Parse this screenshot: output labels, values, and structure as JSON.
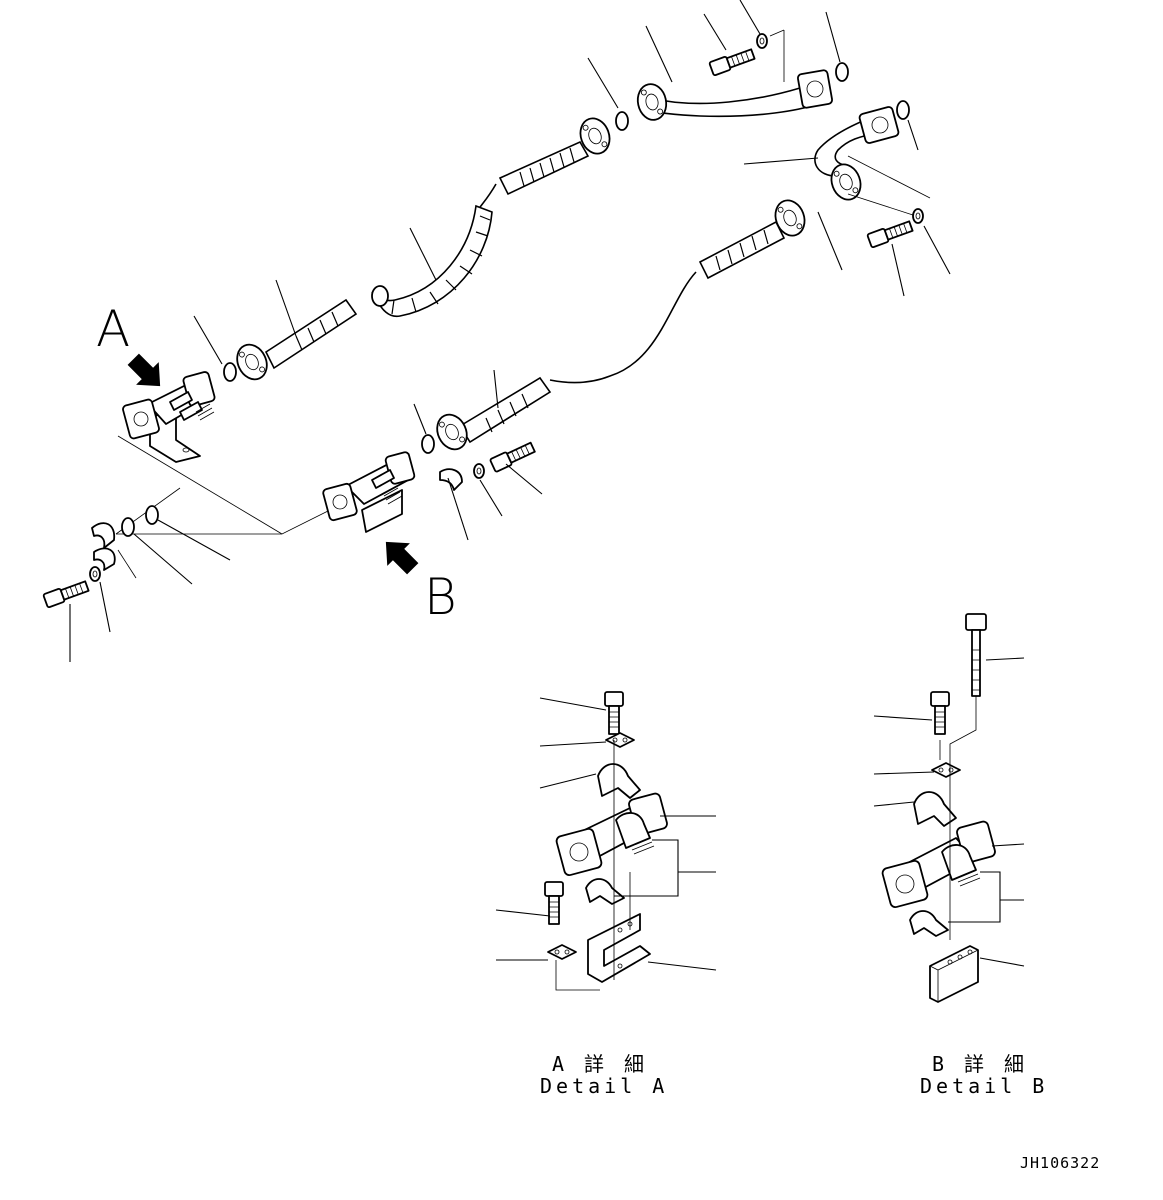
{
  "callouts": {
    "a": "A",
    "b": "B"
  },
  "details": {
    "a_jp": "A 詳 細",
    "a_en": "Detail A",
    "b_jp": "B 詳 細",
    "b_en": "Detail B"
  },
  "drawing_code": "JH106322"
}
